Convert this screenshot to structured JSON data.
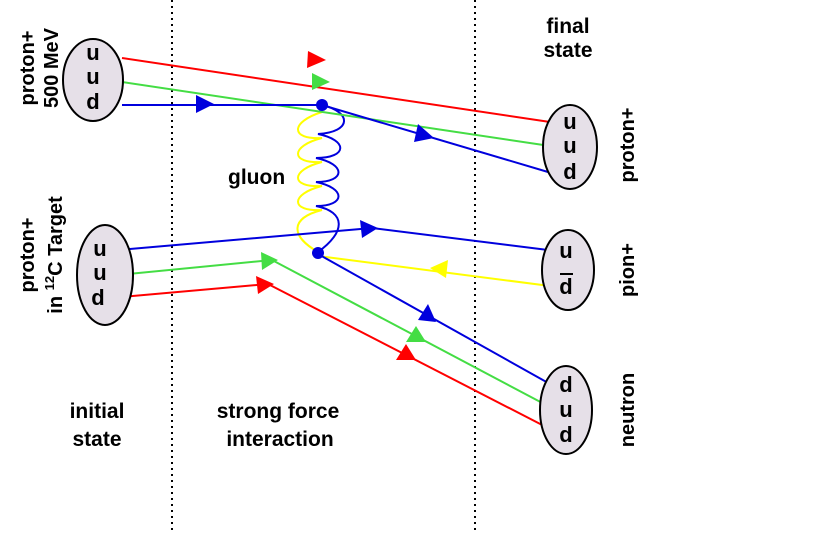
{
  "labels": {
    "final_state_1": "final",
    "final_state_2": "state",
    "beam_1": "proton+",
    "beam_2": "500 MeV",
    "target_1": "proton+",
    "target_2_prefix": "in ",
    "target_2_sup": "12",
    "target_2_suffix": "C Target",
    "gluon": "gluon",
    "initial_1": "initial",
    "initial_2": "state",
    "interaction_1": "strong force",
    "interaction_2": "interaction",
    "out_proton": "proton+",
    "out_pion": "pion+",
    "out_neutron": "neutron"
  },
  "quarks": {
    "beam": [
      "u",
      "u",
      "d"
    ],
    "target": [
      "u",
      "u",
      "d"
    ],
    "out_proton": [
      "u",
      "u",
      "d"
    ],
    "out_pion": [
      "u",
      "d"
    ],
    "out_neutron": [
      "d",
      "u",
      "d"
    ]
  },
  "colors": {
    "red": "#ff0000",
    "green": "#44dd44",
    "blue": "#0000dd",
    "yellow": "#ffff00",
    "hadron_fill": "#e6e0e8"
  }
}
